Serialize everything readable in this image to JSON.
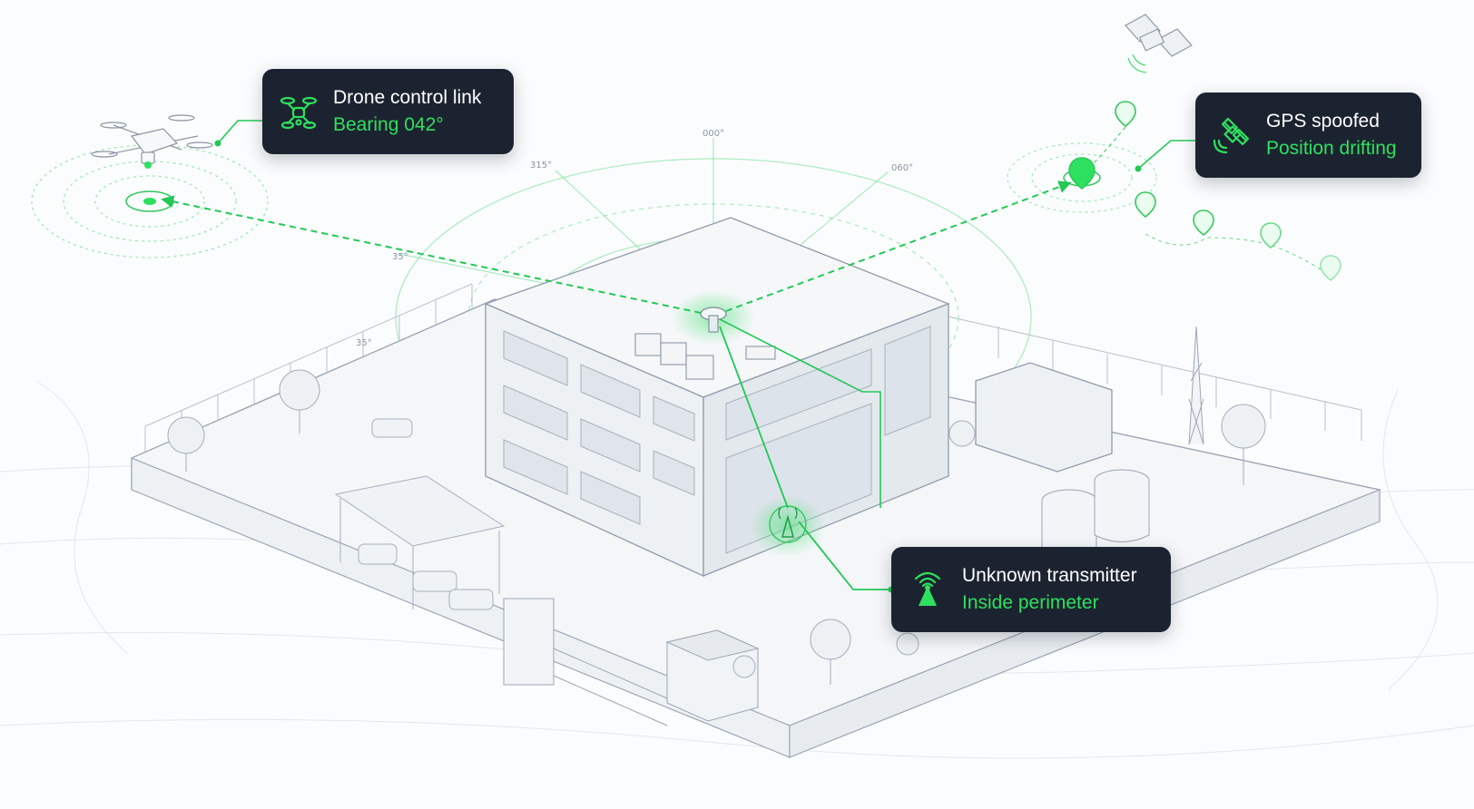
{
  "callouts": {
    "drone": {
      "title": "Drone control link",
      "detail": "Bearing 042°",
      "icon": "drone-icon"
    },
    "gps": {
      "title": "GPS spoofed",
      "detail": "Position drifting",
      "icon": "satellite-icon"
    },
    "transmitter": {
      "title": "Unknown transmitter",
      "detail": "Inside perimeter",
      "icon": "radio-tower-icon"
    }
  },
  "compass_labels": [
    "000°",
    "315°",
    "060°",
    "35°",
    "35°"
  ],
  "colors": {
    "signal_green": "#2ee05f",
    "callout_bg": "#1c2330",
    "line_art": "#9aa6b4",
    "background": "#fbfcfd"
  }
}
